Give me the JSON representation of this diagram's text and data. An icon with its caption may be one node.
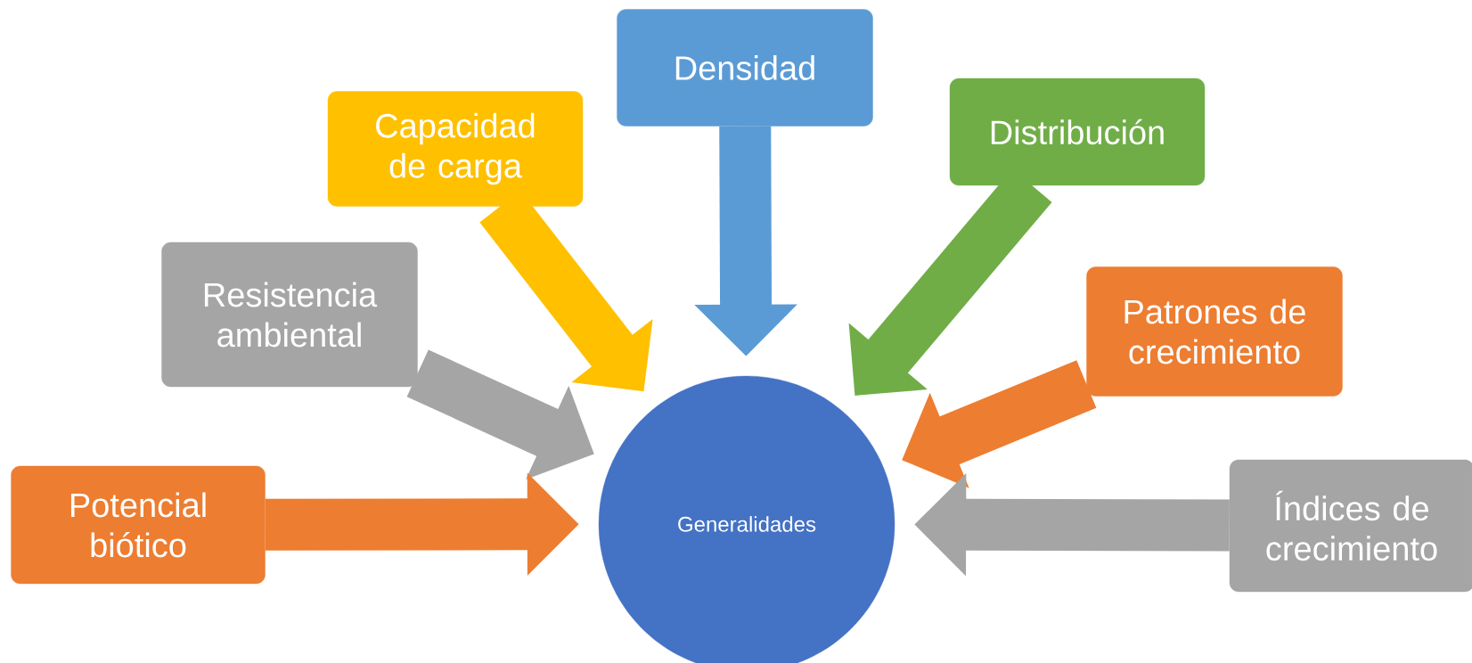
{
  "diagram": {
    "nodes": [
      {
        "text": [
          "Densidad"
        ]
      },
      {
        "text": [
          "Capacidad de carga"
        ]
      },
      {
        "text": [
          "Distribución"
        ]
      },
      {
        "text": [
          "Resistencia ambiental"
        ]
      },
      {
        "text": [
          "Patrones de crecimiento"
        ]
      },
      {
        "text": [
          "Potencial biótico"
        ]
      },
      {
        "text": [
          "Índices de crecimiento"
        ]
      },
      {
        "text": [
          "Generalidades"
        ]
      }
    ],
    "edges": [
      {
        "from": 0,
        "to": 7,
        "arrow": "to",
        "color": "#5b9bd5"
      },
      {
        "from": 1,
        "to": 7,
        "arrow": "to",
        "color": "#ffc000"
      },
      {
        "from": 2,
        "to": 7,
        "arrow": "to",
        "color": "#70ad47"
      },
      {
        "from": 3,
        "to": 7,
        "arrow": "to",
        "color": "#a5a5a5"
      },
      {
        "from": 4,
        "to": 7,
        "arrow": "to",
        "color": "#ed7d31"
      },
      {
        "from": 5,
        "to": 7,
        "arrow": "to",
        "color": "#ed7d31"
      },
      {
        "from": 6,
        "to": 7,
        "arrow": "to",
        "color": "#a5a5a5"
      }
    ]
  }
}
